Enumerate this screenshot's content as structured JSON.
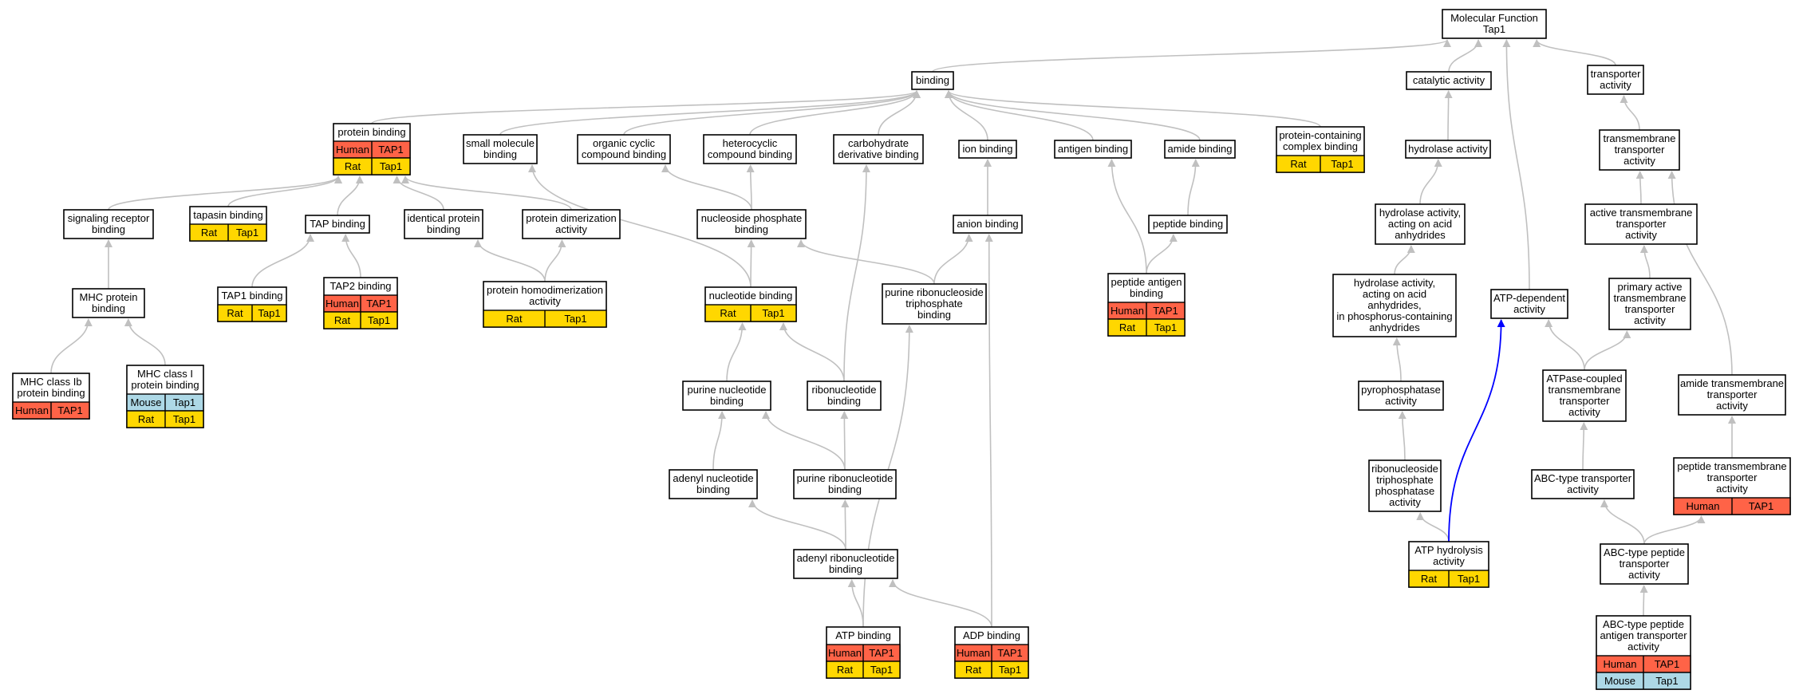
{
  "colors": {
    "Human": "#ff6347",
    "Rat": "#ffd700",
    "Mouse": "#add8e6",
    "edge": "#c0c0c0",
    "highlight_edge": "#0000ff"
  },
  "nodes": [
    {
      "id": "mf",
      "lines": [
        "Molecular Function",
        "Tap1"
      ],
      "rows": []
    },
    {
      "id": "binding",
      "lines": [
        "binding"
      ],
      "rows": []
    },
    {
      "id": "catalytic",
      "lines": [
        "catalytic activity"
      ],
      "rows": []
    },
    {
      "id": "transporter",
      "lines": [
        "transporter",
        "activity"
      ],
      "rows": []
    },
    {
      "id": "protein_binding",
      "lines": [
        "protein binding"
      ],
      "rows": [
        [
          "Human",
          "TAP1"
        ],
        [
          "Rat",
          "Tap1"
        ]
      ]
    },
    {
      "id": "small_mol",
      "lines": [
        "small molecule",
        "binding"
      ],
      "rows": []
    },
    {
      "id": "org_cyclic",
      "lines": [
        "organic cyclic",
        "compound binding"
      ],
      "rows": []
    },
    {
      "id": "heterocyclic",
      "lines": [
        "heterocyclic",
        "compound binding"
      ],
      "rows": []
    },
    {
      "id": "carbohydrate",
      "lines": [
        "carbohydrate",
        "derivative binding"
      ],
      "rows": []
    },
    {
      "id": "ion",
      "lines": [
        "ion binding"
      ],
      "rows": []
    },
    {
      "id": "antigen",
      "lines": [
        "antigen binding"
      ],
      "rows": []
    },
    {
      "id": "amide",
      "lines": [
        "amide binding"
      ],
      "rows": []
    },
    {
      "id": "protein_complex",
      "lines": [
        "protein-containing",
        "complex binding"
      ],
      "rows": [
        [
          "Rat",
          "Tap1"
        ]
      ]
    },
    {
      "id": "hydrolase",
      "lines": [
        "hydrolase activity"
      ],
      "rows": []
    },
    {
      "id": "transmembrane",
      "lines": [
        "transmembrane",
        "transporter",
        "activity"
      ],
      "rows": []
    },
    {
      "id": "signaling",
      "lines": [
        "signaling receptor",
        "binding"
      ],
      "rows": []
    },
    {
      "id": "tapasin",
      "lines": [
        "tapasin binding"
      ],
      "rows": [
        [
          "Rat",
          "Tap1"
        ]
      ]
    },
    {
      "id": "tap_binding",
      "lines": [
        "TAP binding"
      ],
      "rows": []
    },
    {
      "id": "identical",
      "lines": [
        "identical protein",
        "binding"
      ],
      "rows": []
    },
    {
      "id": "dimerization",
      "lines": [
        "protein dimerization",
        "activity"
      ],
      "rows": []
    },
    {
      "id": "nuc_phosphate",
      "lines": [
        "nucleoside phosphate",
        "binding"
      ],
      "rows": []
    },
    {
      "id": "anion",
      "lines": [
        "anion binding"
      ],
      "rows": []
    },
    {
      "id": "peptide",
      "lines": [
        "peptide binding"
      ],
      "rows": []
    },
    {
      "id": "hyd_anhydrides",
      "lines": [
        "hydrolase activity,",
        "acting on acid",
        "anhydrides"
      ],
      "rows": []
    },
    {
      "id": "active_tm",
      "lines": [
        "active transmembrane",
        "transporter",
        "activity"
      ],
      "rows": []
    },
    {
      "id": "mhc_protein",
      "lines": [
        "MHC protein",
        "binding"
      ],
      "rows": []
    },
    {
      "id": "tap1_binding",
      "lines": [
        "TAP1 binding"
      ],
      "rows": [
        [
          "Rat",
          "Tap1"
        ]
      ]
    },
    {
      "id": "tap2_binding",
      "lines": [
        "TAP2 binding"
      ],
      "rows": [
        [
          "Human",
          "TAP1"
        ],
        [
          "Rat",
          "Tap1"
        ]
      ]
    },
    {
      "id": "homodimer",
      "lines": [
        "protein homodimerization",
        "activity"
      ],
      "rows": [
        [
          "Rat",
          "Tap1"
        ]
      ]
    },
    {
      "id": "nucleotide",
      "lines": [
        "nucleotide binding"
      ],
      "rows": [
        [
          "Rat",
          "Tap1"
        ]
      ]
    },
    {
      "id": "purine_rnt",
      "lines": [
        "purine ribonucleoside",
        "triphosphate",
        "binding"
      ],
      "rows": []
    },
    {
      "id": "peptide_antigen",
      "lines": [
        "peptide antigen",
        "binding"
      ],
      "rows": [
        [
          "Human",
          "TAP1"
        ],
        [
          "Rat",
          "Tap1"
        ]
      ]
    },
    {
      "id": "hyd_phosph",
      "lines": [
        "hydrolase activity,",
        "acting on acid",
        "anhydrides,",
        "in phosphorus-containing",
        "anhydrides"
      ],
      "rows": []
    },
    {
      "id": "atp_dependent",
      "lines": [
        "ATP-dependent",
        "activity"
      ],
      "rows": []
    },
    {
      "id": "primary_active",
      "lines": [
        "primary active",
        "transmembrane",
        "transporter",
        "activity"
      ],
      "rows": []
    },
    {
      "id": "mhc_ib",
      "lines": [
        "MHC class Ib",
        "protein binding"
      ],
      "rows": [
        [
          "Human",
          "TAP1"
        ]
      ]
    },
    {
      "id": "mhc_i",
      "lines": [
        "MHC class I",
        "protein binding"
      ],
      "rows": [
        [
          "Mouse",
          "Tap1"
        ],
        [
          "Rat",
          "Tap1"
        ]
      ]
    },
    {
      "id": "purine_nuc",
      "lines": [
        "purine nucleotide",
        "binding"
      ],
      "rows": []
    },
    {
      "id": "ribonuc",
      "lines": [
        "ribonucleotide",
        "binding"
      ],
      "rows": []
    },
    {
      "id": "pyrophosph",
      "lines": [
        "pyrophosphatase",
        "activity"
      ],
      "rows": []
    },
    {
      "id": "atpase_coupled",
      "lines": [
        "ATPase-coupled",
        "transmembrane",
        "transporter",
        "activity"
      ],
      "rows": []
    },
    {
      "id": "amide_tm",
      "lines": [
        "amide transmembrane",
        "transporter",
        "activity"
      ],
      "rows": []
    },
    {
      "id": "adenyl_nuc",
      "lines": [
        "adenyl nucleotide",
        "binding"
      ],
      "rows": []
    },
    {
      "id": "purine_ribonuc",
      "lines": [
        "purine ribonucleotide",
        "binding"
      ],
      "rows": []
    },
    {
      "id": "rnt_phosphatase",
      "lines": [
        "ribonucleoside",
        "triphosphate",
        "phosphatase",
        "activity"
      ],
      "rows": []
    },
    {
      "id": "abc_type",
      "lines": [
        "ABC-type transporter",
        "activity"
      ],
      "rows": []
    },
    {
      "id": "peptide_tm",
      "lines": [
        "peptide transmembrane",
        "transporter",
        "activity"
      ],
      "rows": [
        [
          "Human",
          "TAP1"
        ]
      ]
    },
    {
      "id": "adenyl_ribonuc",
      "lines": [
        "adenyl ribonucleotide",
        "binding"
      ],
      "rows": []
    },
    {
      "id": "atp_hydrolysis",
      "lines": [
        "ATP hydrolysis",
        "activity"
      ],
      "rows": [
        [
          "Rat",
          "Tap1"
        ]
      ]
    },
    {
      "id": "abc_peptide",
      "lines": [
        "ABC-type peptide",
        "transporter",
        "activity"
      ],
      "rows": []
    },
    {
      "id": "atp_binding",
      "lines": [
        "ATP binding"
      ],
      "rows": [
        [
          "Human",
          "TAP1"
        ],
        [
          "Rat",
          "Tap1"
        ]
      ]
    },
    {
      "id": "adp_binding",
      "lines": [
        "ADP binding"
      ],
      "rows": [
        [
          "Human",
          "TAP1"
        ],
        [
          "Rat",
          "Tap1"
        ]
      ]
    },
    {
      "id": "abc_peptide_antigen",
      "lines": [
        "ABC-type peptide",
        "antigen transporter",
        "activity"
      ],
      "rows": [
        [
          "Human",
          "TAP1"
        ],
        [
          "Mouse",
          "Tap1"
        ]
      ]
    }
  ],
  "edges": [
    [
      "binding",
      "mf"
    ],
    [
      "catalytic",
      "mf"
    ],
    [
      "transporter",
      "mf"
    ],
    [
      "atp_dependent",
      "mf"
    ],
    [
      "protein_binding",
      "binding"
    ],
    [
      "small_mol",
      "binding"
    ],
    [
      "org_cyclic",
      "binding"
    ],
    [
      "heterocyclic",
      "binding"
    ],
    [
      "carbohydrate",
      "binding"
    ],
    [
      "ion",
      "binding"
    ],
    [
      "antigen",
      "binding"
    ],
    [
      "amide",
      "binding"
    ],
    [
      "protein_complex",
      "binding"
    ],
    [
      "hydrolase",
      "catalytic"
    ],
    [
      "transmembrane",
      "transporter"
    ],
    [
      "signaling",
      "protein_binding"
    ],
    [
      "tapasin",
      "protein_binding"
    ],
    [
      "tap_binding",
      "protein_binding"
    ],
    [
      "identical",
      "protein_binding"
    ],
    [
      "dimerization",
      "protein_binding"
    ],
    [
      "nuc_phosphate",
      "org_cyclic"
    ],
    [
      "nuc_phosphate",
      "heterocyclic"
    ],
    [
      "anion",
      "ion"
    ],
    [
      "peptide",
      "amide"
    ],
    [
      "hyd_anhydrides",
      "hydrolase"
    ],
    [
      "active_tm",
      "transmembrane"
    ],
    [
      "mhc_protein",
      "signaling"
    ],
    [
      "tap1_binding",
      "tap_binding"
    ],
    [
      "tap2_binding",
      "tap_binding"
    ],
    [
      "homodimer",
      "identical"
    ],
    [
      "homodimer",
      "dimerization"
    ],
    [
      "nucleotide",
      "nuc_phosphate"
    ],
    [
      "nucleotide",
      "small_mol"
    ],
    [
      "purine_rnt",
      "nuc_phosphate"
    ],
    [
      "purine_rnt",
      "anion"
    ],
    [
      "peptide_antigen",
      "peptide"
    ],
    [
      "peptide_antigen",
      "antigen"
    ],
    [
      "hyd_phosph",
      "hyd_anhydrides"
    ],
    [
      "primary_active",
      "active_tm"
    ],
    [
      "mhc_ib",
      "mhc_protein"
    ],
    [
      "mhc_i",
      "mhc_protein"
    ],
    [
      "purine_nuc",
      "nucleotide"
    ],
    [
      "ribonuc",
      "nucleotide"
    ],
    [
      "ribonuc",
      "carbohydrate"
    ],
    [
      "pyrophosph",
      "hyd_phosph"
    ],
    [
      "atpase_coupled",
      "primary_active"
    ],
    [
      "atpase_coupled",
      "atp_dependent"
    ],
    [
      "amide_tm",
      "transmembrane"
    ],
    [
      "adenyl_nuc",
      "purine_nuc"
    ],
    [
      "purine_ribonuc",
      "purine_nuc"
    ],
    [
      "purine_ribonuc",
      "ribonuc"
    ],
    [
      "rnt_phosphatase",
      "pyrophosph"
    ],
    [
      "abc_type",
      "atpase_coupled"
    ],
    [
      "peptide_tm",
      "amide_tm"
    ],
    [
      "adenyl_ribonuc",
      "adenyl_nuc"
    ],
    [
      "adenyl_ribonuc",
      "purine_ribonuc"
    ],
    [
      "atp_hydrolysis",
      "rnt_phosphatase"
    ],
    [
      "atp_hydrolysis",
      "atp_dependent",
      "hl"
    ],
    [
      "abc_peptide",
      "abc_type"
    ],
    [
      "abc_peptide",
      "peptide_tm"
    ],
    [
      "atp_binding",
      "adenyl_ribonuc"
    ],
    [
      "atp_binding",
      "purine_rnt"
    ],
    [
      "adp_binding",
      "adenyl_ribonuc"
    ],
    [
      "adp_binding",
      "anion"
    ],
    [
      "abc_peptide_antigen",
      "abc_peptide"
    ]
  ]
}
